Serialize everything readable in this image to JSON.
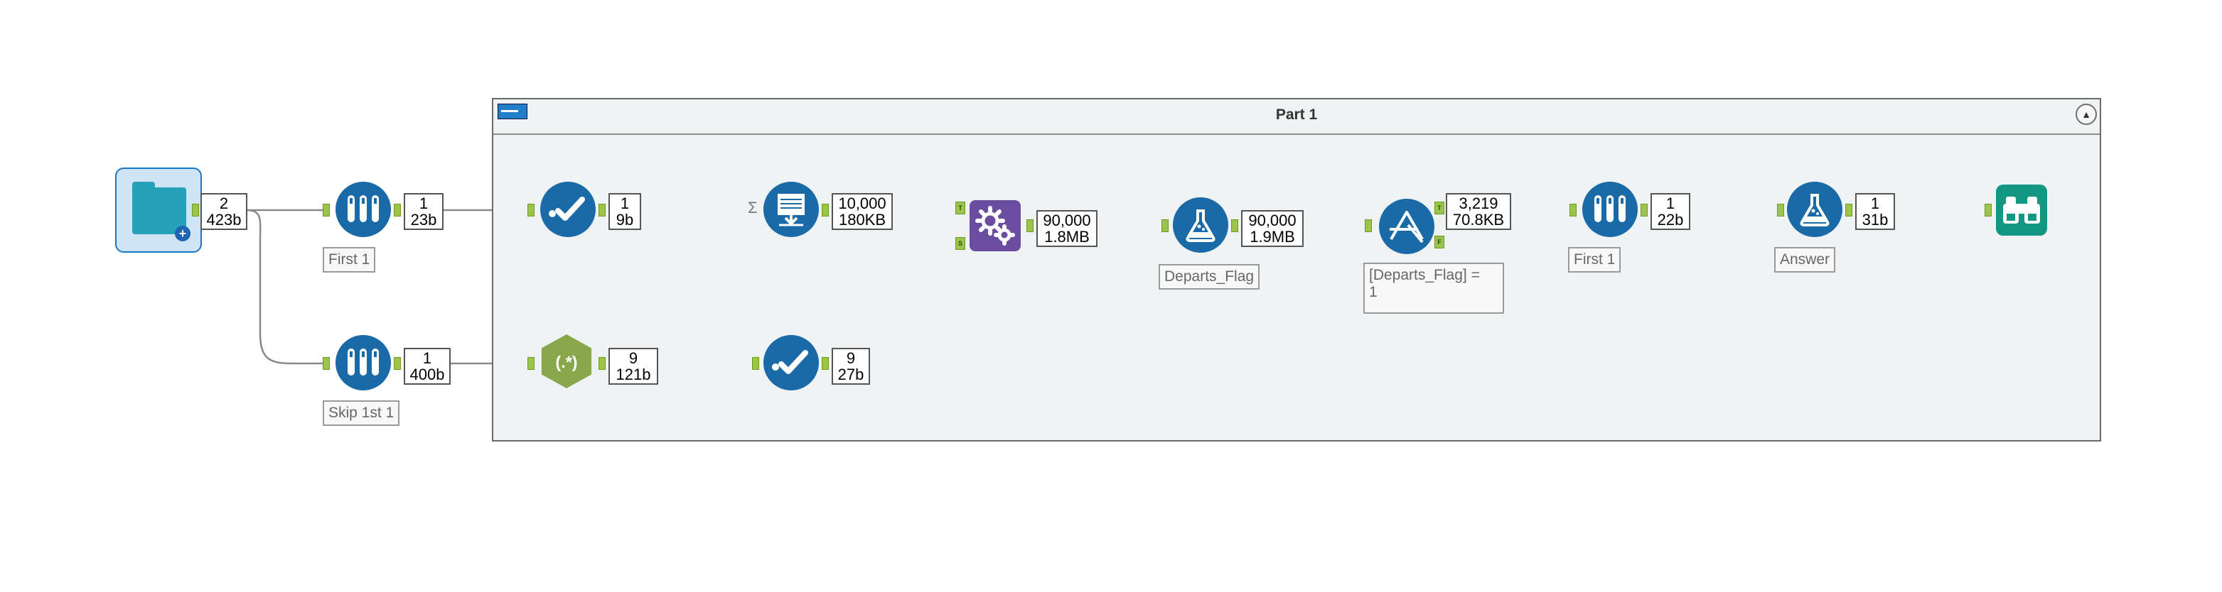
{
  "canvas": {
    "background": "#ffffff"
  },
  "container": {
    "title": "Part 1",
    "collapse_icon": "collapse-icon"
  },
  "tools": {
    "input": {
      "icon": "folder-input-icon"
    },
    "sample_first": {
      "icon": "sample-icon",
      "annotation": "First 1"
    },
    "sample_skip": {
      "icon": "sample-icon",
      "annotation": "Skip 1st 1"
    },
    "select_1": {
      "icon": "select-checkmark-icon"
    },
    "regex": {
      "icon": "regex-icon",
      "glyph": "(.*)"
    },
    "select_2": {
      "icon": "select-checkmark-icon"
    },
    "generate_rows": {
      "icon": "generate-rows-icon"
    },
    "append_fields": {
      "icon": "append-fields-gears-icon",
      "anchor_t": "T",
      "anchor_s": "S"
    },
    "formula_departs": {
      "icon": "formula-flask-icon",
      "annotation": "Departs_Flag"
    },
    "filter": {
      "icon": "filter-icon",
      "annotation_line1": "[Departs_Flag] =",
      "annotation_line2": "1",
      "anchor_t": "T",
      "anchor_f": "F"
    },
    "sample_first_2": {
      "icon": "sample-icon",
      "annotation": "First 1"
    },
    "formula_answer": {
      "icon": "formula-flask-icon",
      "annotation": "Answer"
    },
    "browse": {
      "icon": "browse-binoculars-icon"
    }
  },
  "counts": {
    "input": {
      "records": "2",
      "size": "423b"
    },
    "sample_first": {
      "records": "1",
      "size": "23b"
    },
    "sample_skip": {
      "records": "1",
      "size": "400b"
    },
    "select_1": {
      "records": "1",
      "size": "9b"
    },
    "regex": {
      "records": "9",
      "size": "121b"
    },
    "select_2": {
      "records": "9",
      "size": "27b"
    },
    "generate_rows": {
      "records": "10,000",
      "size": "180KB"
    },
    "append_fields": {
      "records": "90,000",
      "size": "1.8MB"
    },
    "formula_departs": {
      "records": "90,000",
      "size": "1.9MB"
    },
    "filter": {
      "records": "3,219",
      "size": "70.8KB"
    },
    "sample_first_2": {
      "records": "1",
      "size": "22b"
    },
    "formula_answer": {
      "records": "1",
      "size": "31b"
    }
  },
  "misc": {
    "sigma": "Σ"
  },
  "colors": {
    "tool_blue": "#1a6aa8",
    "anchor_green": "#9cc44a",
    "regex_green": "#8aa84b",
    "append_purple": "#6a4ca0",
    "browse_teal": "#129783"
  }
}
